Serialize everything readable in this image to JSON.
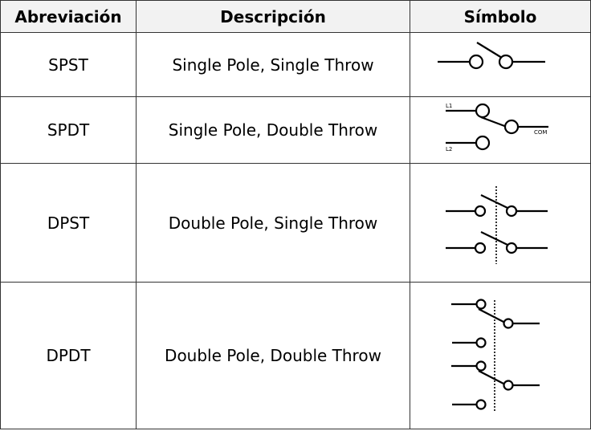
{
  "table": {
    "headers": [
      "Abreviación",
      "Descripción",
      "Símbolo"
    ],
    "rows": [
      {
        "abbr": "SPST",
        "description": "Single Pole, Single Throw",
        "symbol": "spst-switch-icon"
      },
      {
        "abbr": "SPDT",
        "description": "Single Pole, Double Throw",
        "symbol": "spdt-switch-icon",
        "labels": {
          "l1": "L1",
          "l2": "L2",
          "com": "COM"
        }
      },
      {
        "abbr": "DPST",
        "description": "Double Pole, Single Throw",
        "symbol": "dpst-switch-icon"
      },
      {
        "abbr": "DPDT",
        "description": "Double Pole, Double Throw",
        "symbol": "dpdt-switch-icon"
      }
    ]
  },
  "colors": {
    "header_bg": "#f2f2f2",
    "border": "#333333",
    "line": "#000000"
  }
}
